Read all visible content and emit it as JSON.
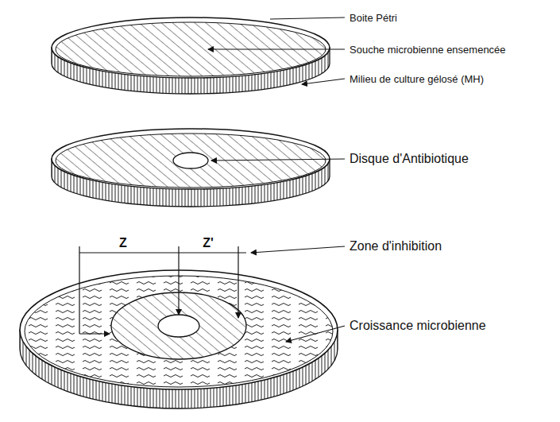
{
  "diagram": {
    "labels": [
      "Boite Pétri",
      "Souche microbienne ensemencée",
      "Milieu de culture gélosé (MH)",
      "Disque d'Antibiotique",
      "Zone d'inhibition",
      "Z",
      "Z'",
      "Croissance microbienne"
    ]
  }
}
